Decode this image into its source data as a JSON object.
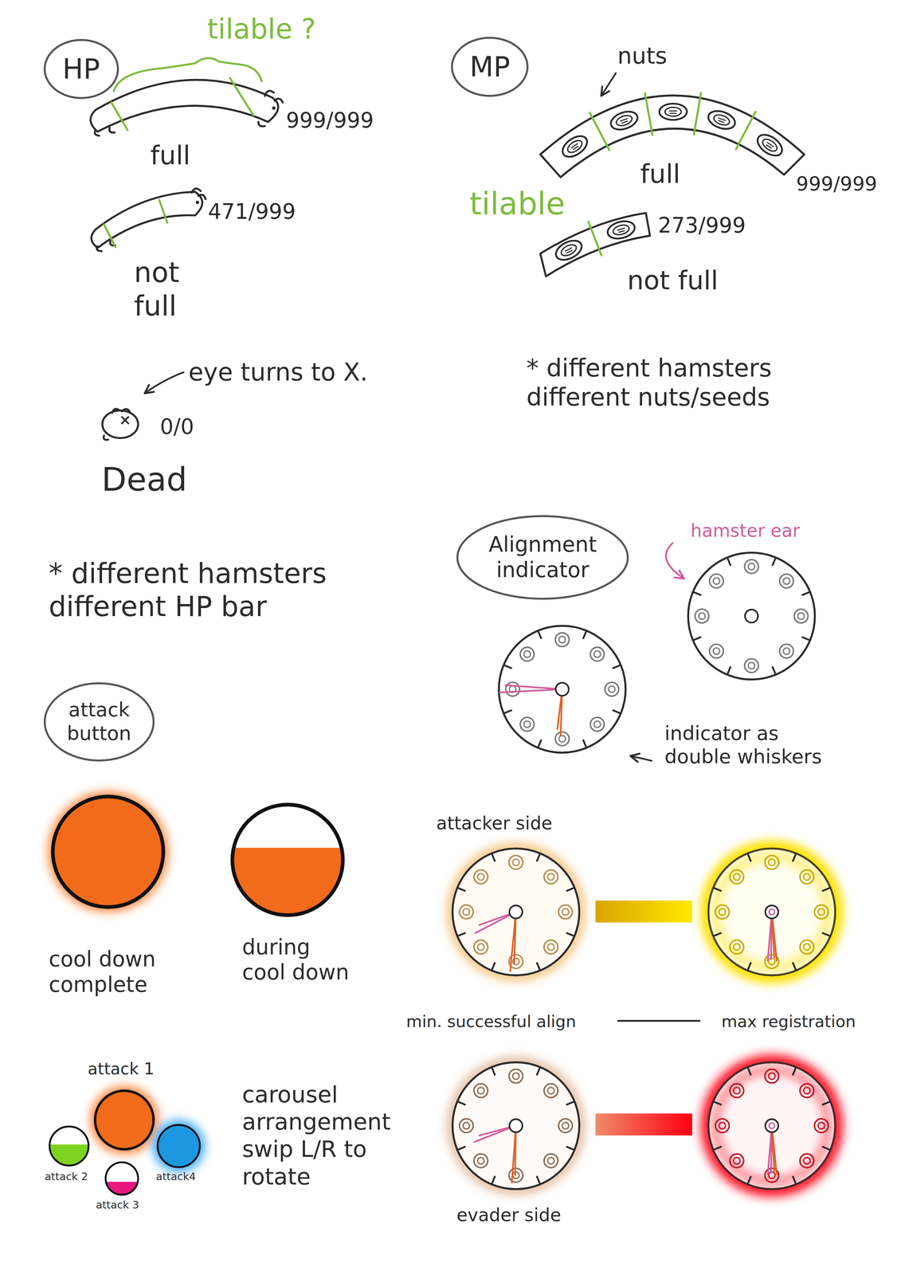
{
  "diagram": {
    "nodes": [
      {
        "text": [
          "HP"
        ]
      },
      {
        "text": [
          "MP"
        ]
      },
      {
        "text": [
          "Alignment indicator"
        ]
      },
      {
        "text": [
          "attack button"
        ]
      }
    ],
    "labels": [
      "tilable ?",
      "999/999",
      "full",
      "471/999",
      "not full",
      "eye turns to X.",
      "0/0",
      "Dead",
      "* different hamsters different HP bar",
      "nuts",
      "full",
      "tilable",
      "999/999",
      "273/999",
      "not full",
      "* different hamsters different nuts/seeds",
      "hamster ear",
      "indicator as double whiskers",
      "cool down complete",
      "during cool down",
      "attack 1",
      "attack 2",
      "attack 3",
      "attack4",
      "carousel arrangement swip L/R to rotate",
      "attacker side",
      "min. successful align",
      "max registration",
      "evader side"
    ]
  }
}
